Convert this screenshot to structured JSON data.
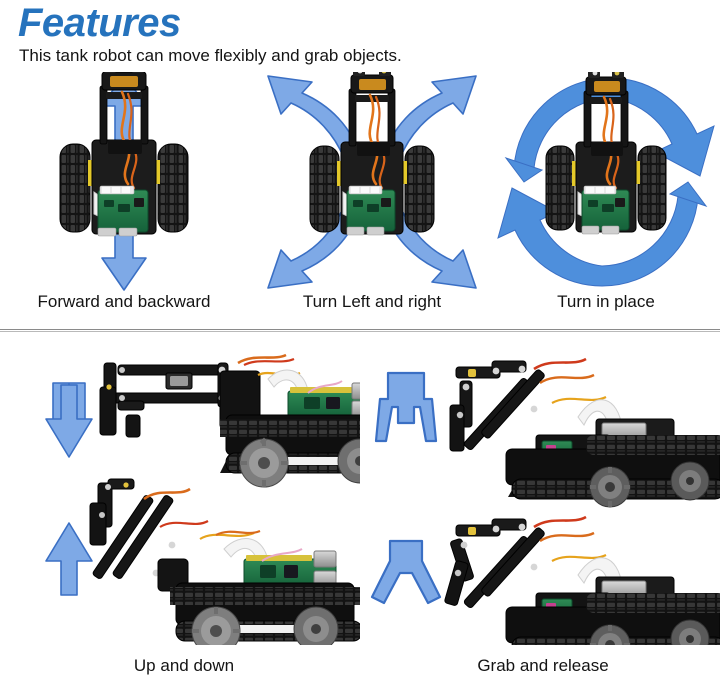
{
  "header": {
    "title": "Features",
    "title_color": "#2673BD",
    "subtitle": "This tank robot can move flexibly and grab objects."
  },
  "theme": {
    "arrow_fill": "#7EA9E6",
    "arrow_stroke": "#3A6FC4",
    "background": "#ffffff",
    "divider_color": "#8a8a8a",
    "text_color": "#141414"
  },
  "sections": [
    {
      "name": "locomotion",
      "panels": [
        {
          "id": "forward",
          "caption": "Forward and backward",
          "arrow_icon": "double-vertical-arrow-icon",
          "robot_view": "top-down",
          "arrow_count": 2,
          "arrow_directions": [
            "up",
            "down"
          ]
        },
        {
          "id": "turn-left-right",
          "caption": "Turn Left and right",
          "arrow_icon": "four-diagonal-arrows-icon",
          "robot_view": "top-down",
          "arrow_count": 4,
          "arrow_directions": [
            "up-left",
            "up-right",
            "down-left",
            "down-right"
          ]
        },
        {
          "id": "turn-in-place",
          "caption": "Turn in place",
          "arrow_icon": "circular-rotation-arrow-icon",
          "robot_view": "top-down",
          "arrow_count": 2,
          "arrow_directions": [
            "clockwise-arc",
            "counter-clockwise-arc"
          ]
        }
      ]
    },
    {
      "name": "manipulation",
      "panels": [
        {
          "id": "up-and-down",
          "caption": "Up and down",
          "arrow_icon_top": "down-arrow-icon",
          "arrow_icon_bottom": "up-arrow-icon",
          "robot_view": "side",
          "robot_count": 2,
          "robot_states": [
            "arm-lowered",
            "arm-raised"
          ]
        },
        {
          "id": "grab-and-release",
          "caption": "Grab and release",
          "arrow_icon_top": "gripper-closed-icon",
          "arrow_icon_bottom": "gripper-open-icon",
          "robot_view": "side",
          "robot_count": 2,
          "robot_states": [
            "gripper-closed",
            "gripper-open"
          ]
        }
      ]
    }
  ],
  "captions": {
    "forward": "Forward and backward",
    "turn_left_right": "Turn Left and right",
    "turn_in_place": "Turn in place",
    "up_and_down": "Up and down",
    "grab_and_release": "Grab and release"
  }
}
